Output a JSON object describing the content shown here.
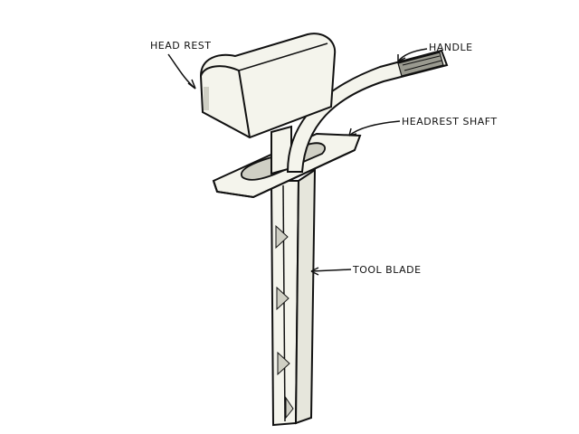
{
  "diagram": {
    "labels": {
      "head_rest": "HEAD REST",
      "handle": "HANDLE",
      "headrest_shaft": "HEADREST SHAFT",
      "tool_blade": "TOOL BLADE"
    },
    "colors": {
      "ink": "#111111",
      "fill": "#f4f4ec",
      "shade": "#cfcfc4",
      "background": "#ffffff"
    }
  }
}
